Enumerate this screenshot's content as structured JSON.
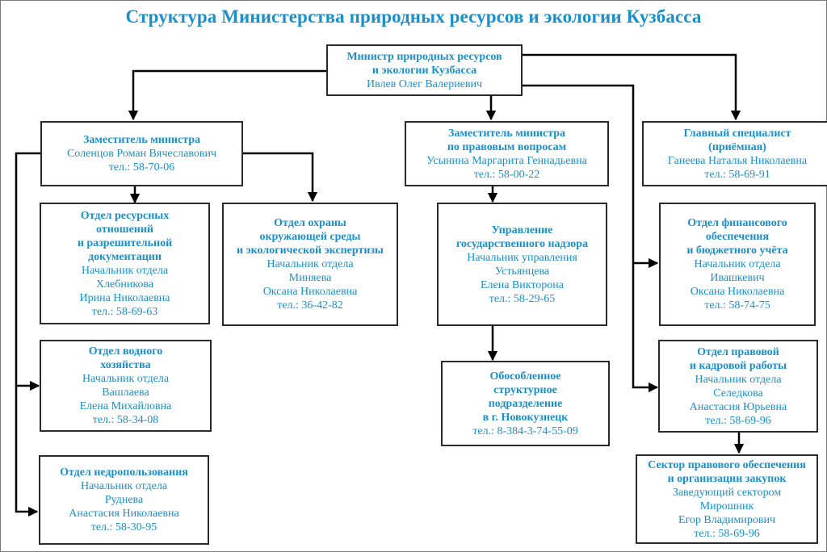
{
  "title": "Структура Министерства природных ресурсов и экологии Кузбасса",
  "colors": {
    "text": "#1a8fc9",
    "lines": "#000000",
    "border": "#2b2b2b"
  },
  "nodes": {
    "minister": {
      "heading": [
        "Министр природных ресурсов",
        "и экологии Кузбасса"
      ],
      "lines": [
        "Ивлев Олег Валериевич"
      ]
    },
    "deputy1": {
      "heading": [
        "Заместитель министра"
      ],
      "lines": [
        "Соленцов Роман Вячеславович",
        "тел.: 58-70-06"
      ]
    },
    "deputy2": {
      "heading": [
        "Заместитель министра",
        "по правовым вопросам"
      ],
      "lines": [
        "Усынина Маргарита Геннадьевна",
        "тел.: 58-00-22"
      ]
    },
    "chief_specialist": {
      "heading": [
        "Главный специалист",
        "(приёмная)"
      ],
      "lines": [
        "Ганеева Наталья Николаевна",
        "тел.: 58-69-91"
      ]
    },
    "dept_resources": {
      "heading": [
        "Отдел ресурсных",
        "отношений",
        "и разрешительной",
        "документации"
      ],
      "lines": [
        "Начальник отдела",
        "Хлебникова",
        "Ирина Николаевна",
        "тел.: 58-69-63"
      ]
    },
    "dept_environment": {
      "heading": [
        "Отдел охраны",
        "окружающей среды",
        "и экологической экспертизы"
      ],
      "lines": [
        "Начальник отдела",
        "Миняева",
        "Оксана Николаевна",
        "тел.: 36-42-82"
      ]
    },
    "dept_water": {
      "heading": [
        "Отдел водного",
        "хозяйства"
      ],
      "lines": [
        "Начальник отдела",
        "Вашлаева",
        "Елена Михайловна",
        "тел.: 58-34-08"
      ]
    },
    "dept_subsoil": {
      "heading": [
        "Отдел недропользования"
      ],
      "lines": [
        "Начальник отдела",
        "Руднева",
        "Анастасия Николаевна",
        "тел.: 58-30-95"
      ]
    },
    "state_supervision": {
      "heading": [
        "Управление",
        "государственного надзора"
      ],
      "lines": [
        "Начальник управления",
        "Устьянцева",
        "Елена Викторона",
        "тел.: 58-29-65"
      ]
    },
    "novokuznetsk": {
      "heading": [
        "Обособленное",
        "структурное",
        "подразделение",
        "в г. Новокузнецк"
      ],
      "lines": [
        "тел.: 8-384-3-74-55-09"
      ]
    },
    "dept_finance": {
      "heading": [
        "Отдел финансового",
        "обеспечения",
        "и бюджетного учёта"
      ],
      "lines": [
        "Начальник отдела",
        "Ивашкевич",
        "Оксана Николаевна",
        "тел.: 58-74-75"
      ]
    },
    "dept_legal": {
      "heading": [
        "Отдел правовой",
        "и кадровой работы"
      ],
      "lines": [
        "Начальник отдела",
        "Селедкова",
        "Анастасия Юрьевна",
        "тел.: 58-69-96"
      ]
    },
    "sector_procurement": {
      "heading": [
        "Сектор правового обеспечения",
        "и организации закупок"
      ],
      "lines": [
        "Заведующий сектором",
        "Мирошник",
        "Егор Владимирович",
        "тел.: 58-69-96"
      ]
    }
  },
  "edges": [
    [
      "minister",
      "deputy1"
    ],
    [
      "minister",
      "deputy2"
    ],
    [
      "minister",
      "chief_specialist"
    ],
    [
      "minister",
      "dept_finance"
    ],
    [
      "minister",
      "dept_legal"
    ],
    [
      "deputy1",
      "dept_resources"
    ],
    [
      "deputy1",
      "dept_environment"
    ],
    [
      "deputy1",
      "dept_water"
    ],
    [
      "deputy1",
      "dept_subsoil"
    ],
    [
      "deputy2",
      "state_supervision"
    ],
    [
      "state_supervision",
      "novokuznetsk"
    ],
    [
      "dept_legal",
      "sector_procurement"
    ]
  ]
}
